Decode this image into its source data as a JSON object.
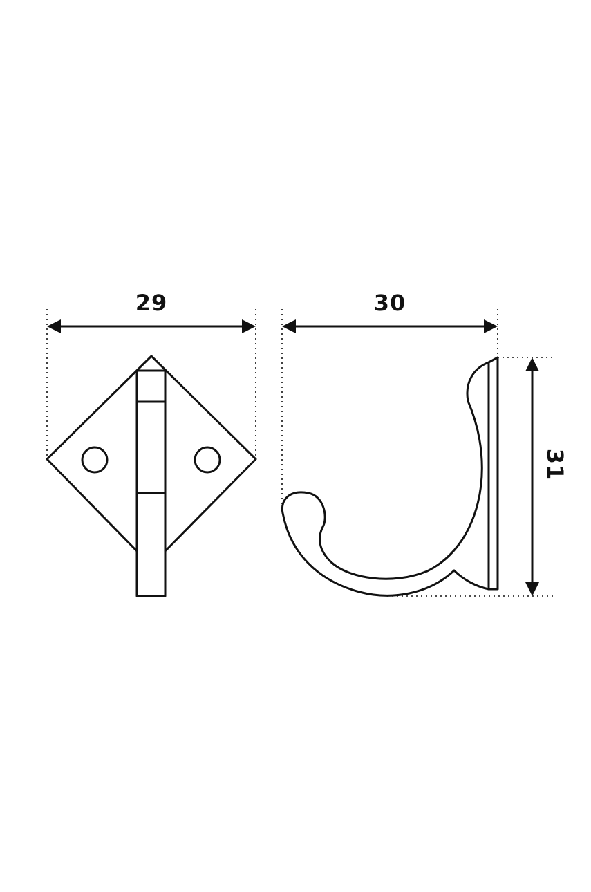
{
  "dimensions": {
    "front_width": "29",
    "side_width": "30",
    "side_height": "31"
  },
  "colors": {
    "background": "#ffffff",
    "line": "#111111"
  }
}
